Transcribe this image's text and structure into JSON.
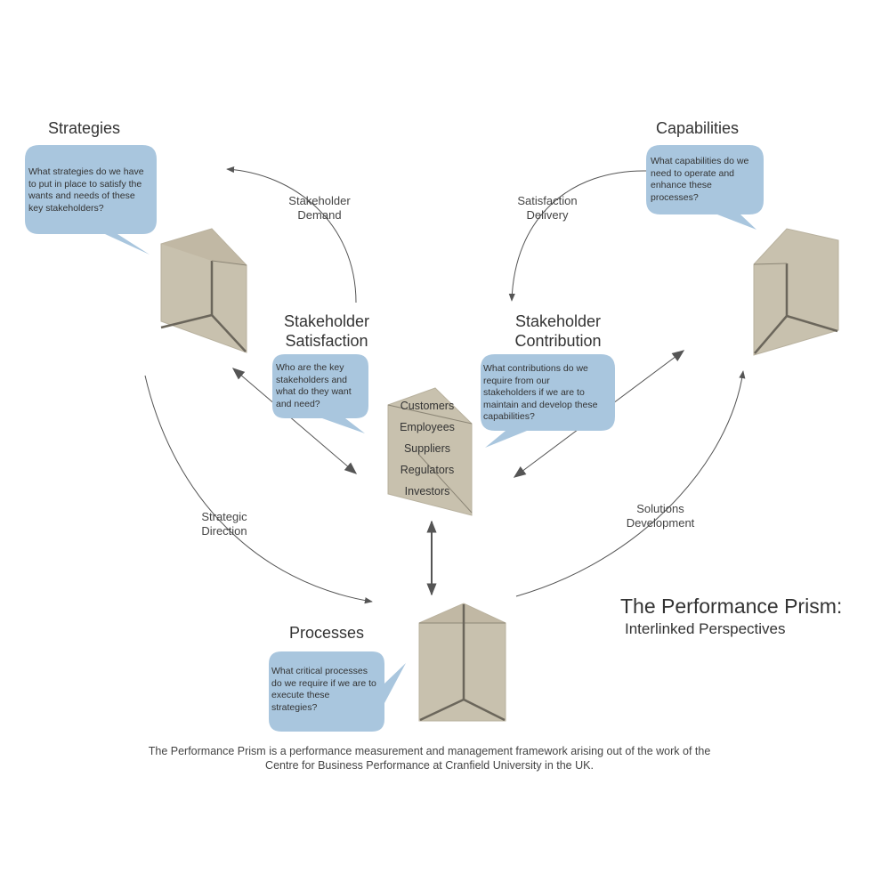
{
  "headings": {
    "strategies": "Strategies",
    "capabilities": "Capabilities",
    "processes": "Processes",
    "stakeholder_satisfaction": [
      "Stakeholder",
      "Satisfaction"
    ],
    "stakeholder_contribution": [
      "Stakeholder",
      "Contribution"
    ]
  },
  "questions": {
    "strategies": [
      "What strategies do we have",
      "to put in place to satisfy the",
      "wants and needs of these",
      "key stakeholders?"
    ],
    "capabilities": [
      "What capabilities do we",
      "need to operate and",
      "enhance these",
      "processes?"
    ],
    "satisfaction": [
      "Who are the key",
      "stakeholders and",
      "what do they want",
      "and need?"
    ],
    "contribution": [
      "What contributions do we",
      "require from our",
      "stakeholders if we are to",
      "maintain and develop these",
      "capabilities?"
    ],
    "processes": [
      "What critical processes",
      "do we require if we are to",
      "execute these",
      "strategies?"
    ]
  },
  "flows": {
    "stakeholder_demand": [
      "Stakeholder",
      "Demand"
    ],
    "satisfaction_delivery": [
      "Satisfaction",
      "Delivery"
    ],
    "strategic_direction": [
      "Strategic",
      "Direction"
    ],
    "solutions_development": [
      "Solutions",
      "Development"
    ]
  },
  "stakeholders": [
    "Customers",
    "Employees",
    "Suppliers",
    "Regulators",
    "Investors"
  ],
  "title": {
    "main": "The Performance Prism:",
    "sub": "Interlinked Perspectives"
  },
  "footer": [
    "The Performance Prism is a performance measurement and management framework arising out of the work of the",
    "Centre for Business Performance at Cranfield University in the UK."
  ],
  "colors": {
    "bubble": "#a9c6de",
    "prism_face": "#c8c1ae",
    "prism_top": "#bdb49f",
    "prism_edge": "#6b665b",
    "connector": "#555555"
  }
}
